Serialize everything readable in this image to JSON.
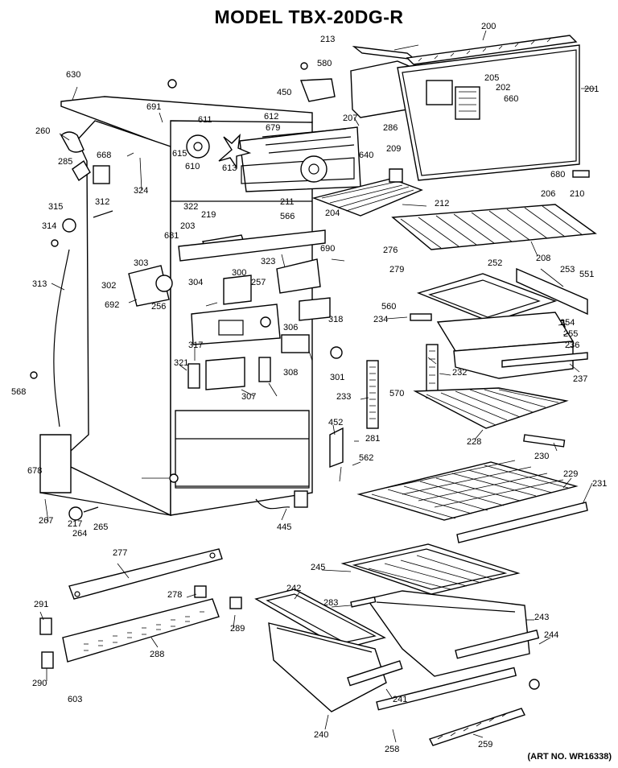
{
  "title": "MODEL TBX-20DG-R",
  "art_number": "(ART NO. WR16338)",
  "parts": [
    "200",
    "201",
    "202",
    "203",
    "204",
    "205",
    "206",
    "207",
    "208",
    "209",
    "210",
    "211",
    "212",
    "213",
    "217",
    "219",
    "228",
    "229",
    "230",
    "231",
    "232",
    "233",
    "234",
    "236",
    "237",
    "240",
    "241",
    "242",
    "243",
    "244",
    "245",
    "252",
    "253",
    "254",
    "255",
    "256",
    "257",
    "258",
    "259",
    "260",
    "264",
    "265",
    "267",
    "276",
    "277",
    "278",
    "279",
    "281",
    "283",
    "285",
    "286",
    "288",
    "289",
    "290",
    "291",
    "300",
    "301",
    "302",
    "303",
    "304",
    "306",
    "307",
    "308",
    "312",
    "313",
    "314",
    "315",
    "317",
    "318",
    "321",
    "322",
    "323",
    "324",
    "445",
    "450",
    "452",
    "551",
    "560",
    "562",
    "566",
    "568",
    "570",
    "580",
    "603",
    "610",
    "611",
    "612",
    "613",
    "615",
    "630",
    "640",
    "660",
    "668",
    "678",
    "679",
    "680",
    "681",
    "690",
    "691",
    "692"
  ]
}
